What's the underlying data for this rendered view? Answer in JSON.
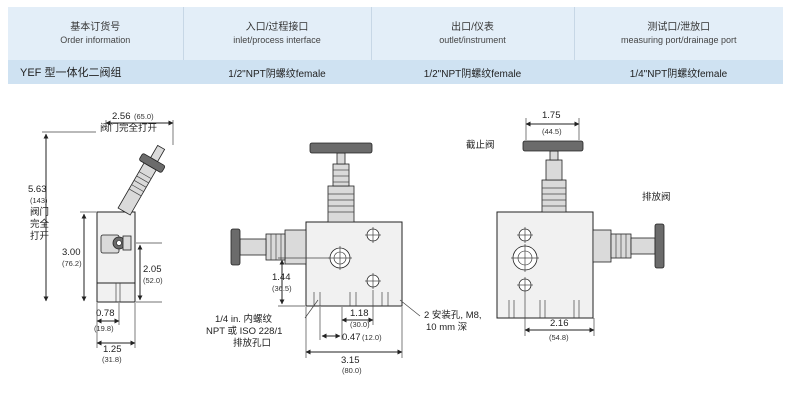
{
  "table": {
    "headers": [
      {
        "zh": "基本订货号",
        "en": "Order  information"
      },
      {
        "zh": "入口/过程接口",
        "en": "inlet/process  interface"
      },
      {
        "zh": "出口/仪表",
        "en": "outlet/instrument"
      },
      {
        "zh": "测试口/泄放口",
        "en": "measuring  port/drainage  port"
      }
    ],
    "row": [
      "YEF 型一体化二阀组",
      "1/2\"NPT阴螺纹female",
      "1/2\"NPT阴螺纹female",
      "1/4\"NPT阴螺纹female"
    ]
  },
  "dims": {
    "d256": "2.56",
    "d256_mm": "(65.0)",
    "open_full": "阀门完全打开",
    "d563": "5.63",
    "d563_mm": "(143)",
    "open_v1": "阀门",
    "open_v2": "完全",
    "open_v3": "打开",
    "d300": "3.00",
    "d300_mm": "(76.2)",
    "d205": "2.05",
    "d205_mm": "(52.0)",
    "d078": "0.78",
    "d078_mm": "(19.8)",
    "d125": "1.25",
    "d125_mm": "(31.8)",
    "d144": "1.44",
    "d144_mm": "(36.5)",
    "d118": "1.18",
    "d118_mm": "(30.0)",
    "d047": "0.47",
    "d047_mm": "(12.0)",
    "d315": "3.15",
    "d315_mm": "(80.0)",
    "d175": "1.75",
    "d175_mm": "(44.5)",
    "d216": "2.16",
    "d216_mm": "(54.8)"
  },
  "notes": {
    "drain1": "1/4 in. 内螺纹",
    "drain2": "NPT 或 ISO 228/1",
    "drain3": "排放孔口",
    "mount1": "2 安装孔, M8,",
    "mount2": "10 mm 深",
    "stop_valve": "截止阀",
    "vent_valve": "排放阀"
  }
}
